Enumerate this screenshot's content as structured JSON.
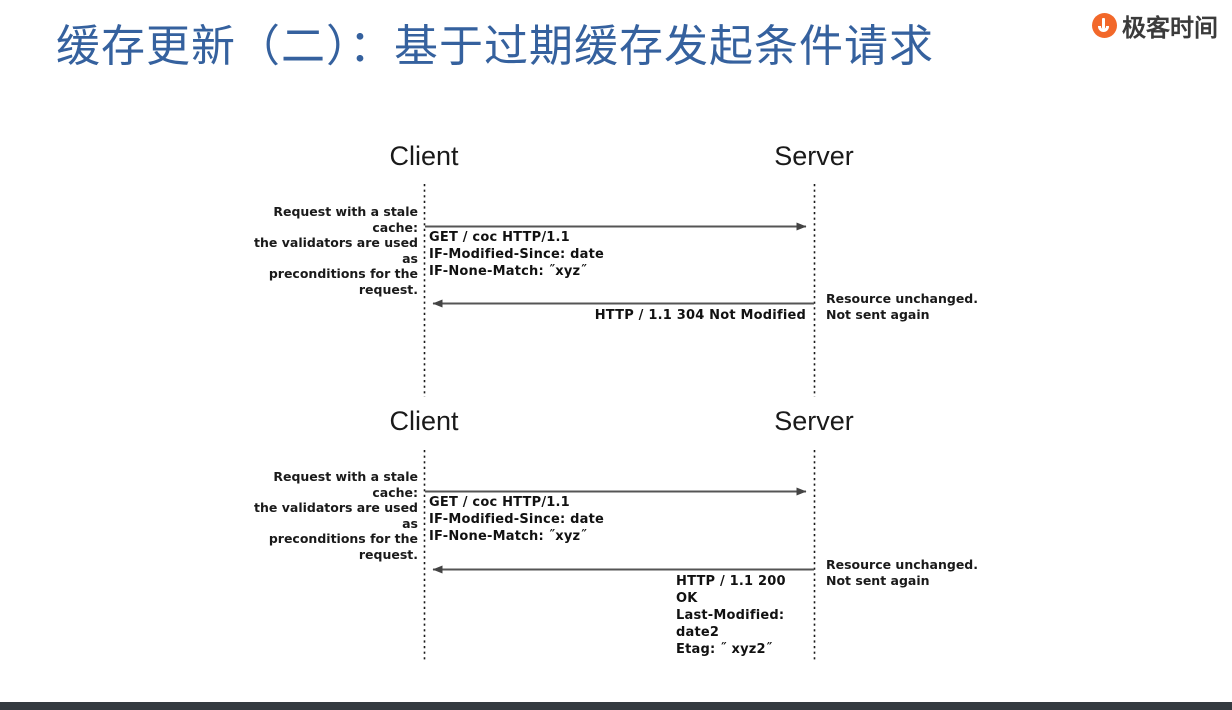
{
  "slide": {
    "title": "缓存更新（二）：基于过期缓存发起条件请求",
    "title_color": "#35619E",
    "background": "#ffffff",
    "bottom_bar_color": "#343A40"
  },
  "brand": {
    "name": "极客时间",
    "mark_color": "#F2682A",
    "mark_icon": "geektime-logo-icon"
  },
  "diagrams": [
    {
      "id": "diagram-304",
      "actors": {
        "client": "Client",
        "server": "Server"
      },
      "left_note": "Request with a stale cache:\nthe validators are used as\npreconditions for the request.",
      "request": "GET   / coc  HTTP/1.1\nIF-Modified-Since:  date\nIF-None-Match:   ˝xyz˝",
      "response": "HTTP / 1.1   304   Not  Modified",
      "right_note": "Resource unchanged.\nNot sent again"
    },
    {
      "id": "diagram-200",
      "actors": {
        "client": "Client",
        "server": "Server"
      },
      "left_note": "Request with a stale cache:\nthe validators are used as\npreconditions for the request.",
      "request": "GET   / coc  HTTP/1.1\nIF-Modified-Since:  date\nIF-None-Match:   ˝xyz˝",
      "response": "HTTP / 1.1   200   OK\nLast-Modified:  date2\nEtag:   ˝ xyz2˝",
      "right_note": "Resource unchanged.\nNot sent again"
    }
  ],
  "colors": {
    "lifeline": "#1a1a1a",
    "arrow": "#555555",
    "text": "#1a1a1a"
  }
}
